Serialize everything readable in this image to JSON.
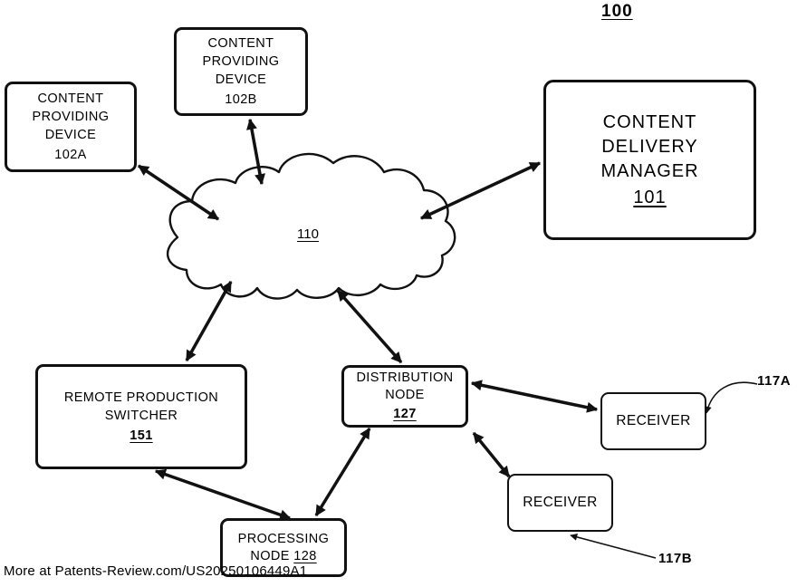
{
  "figure": {
    "ref": "100"
  },
  "cloud": {
    "ref": "110"
  },
  "boxes": {
    "cpd_a": {
      "label": "CONTENT PROVIDING DEVICE",
      "ref": "102A"
    },
    "cpd_b": {
      "label": "CONTENT PROVIDING DEVICE",
      "ref": "102B"
    },
    "cdm": {
      "label": "CONTENT DELIVERY MANAGER",
      "ref": "101"
    },
    "rps": {
      "label": "REMOTE PRODUCTION SWITCHER",
      "ref": "151"
    },
    "dn": {
      "label": "DISTRIBUTION NODE",
      "ref": "127"
    },
    "receiver_a": {
      "label": "RECEIVER"
    },
    "receiver_b": {
      "label": "RECEIVER"
    },
    "pn": {
      "label": "PROCESSING NODE",
      "ref": "128"
    }
  },
  "callouts": {
    "a": "117A",
    "b": "117B"
  },
  "watermark": "More at Patents-Review.com/US20250106449A1"
}
